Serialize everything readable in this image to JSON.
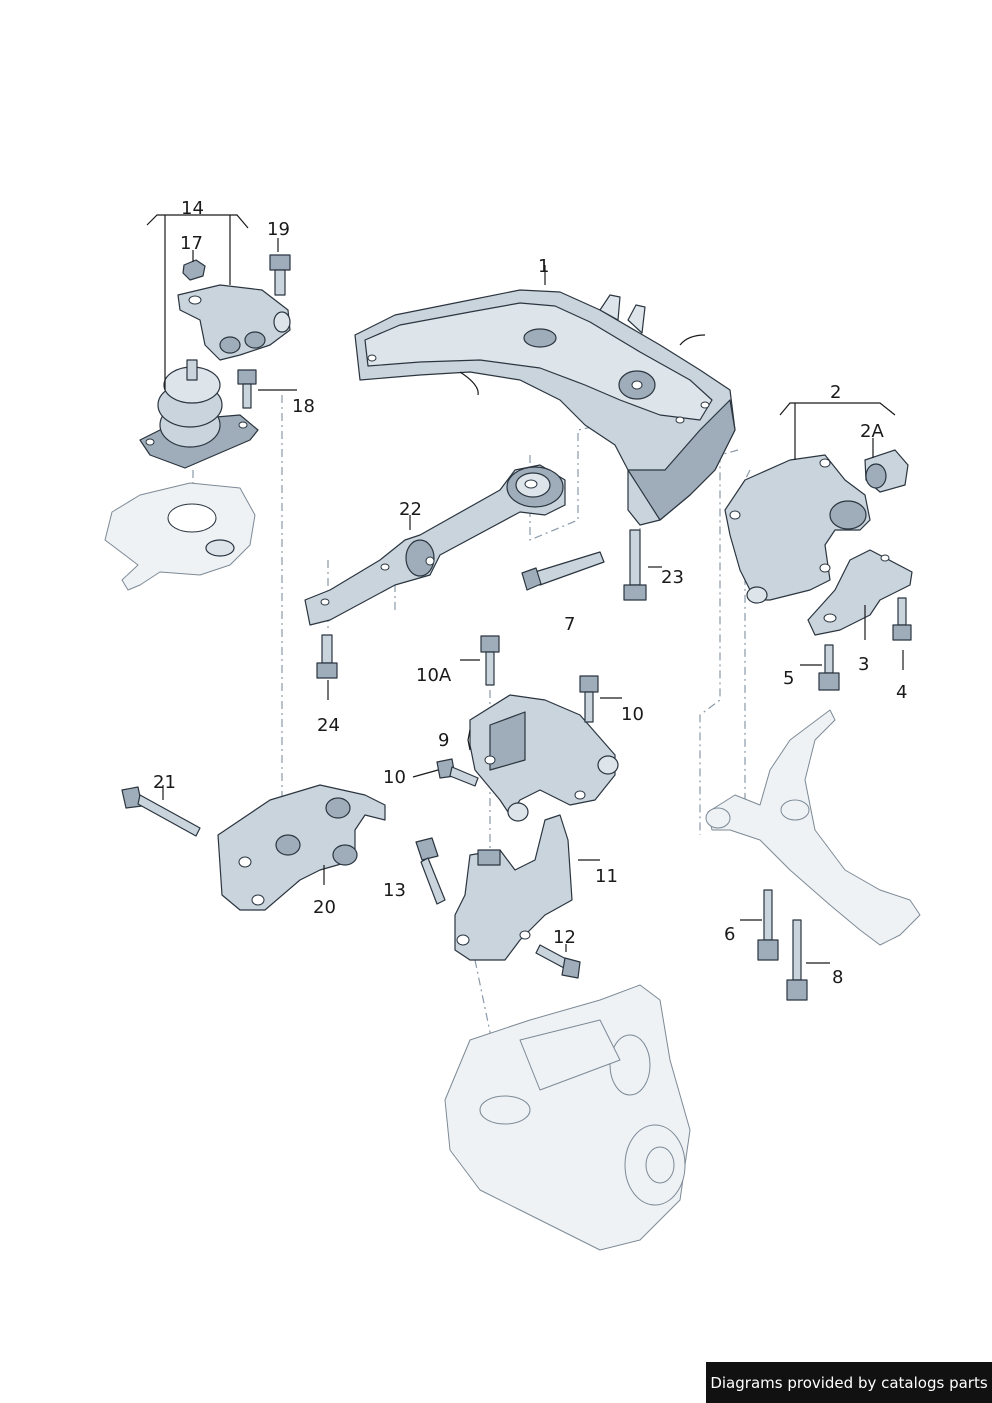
{
  "callouts": {
    "c1": "1",
    "c2": "2",
    "c2a": "2A",
    "c3": "3",
    "c4": "4",
    "c5": "5",
    "c6": "6",
    "c7": "7",
    "c8": "8",
    "c9": "9",
    "c10a": "10A",
    "c10_upper": "10",
    "c10_lower": "10",
    "c11": "11",
    "c12": "12",
    "c13": "13",
    "c14": "14",
    "c17": "17",
    "c18": "18",
    "c19": "19",
    "c20": "20",
    "c21": "21",
    "c22": "22",
    "c23": "23",
    "c24": "24"
  },
  "footer": {
    "credit": "Diagrams provided by catalogs parts"
  },
  "colors": {
    "part_fill": "#c9d4dc",
    "part_outline": "#2b3540",
    "footer_background": "#111111"
  }
}
